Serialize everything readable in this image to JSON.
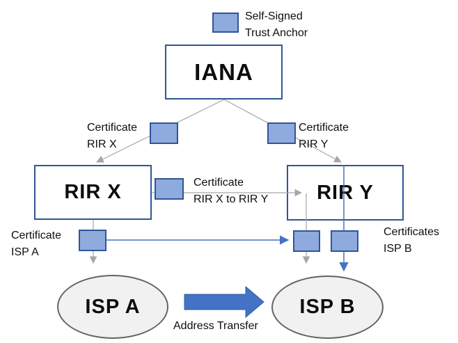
{
  "legend": {
    "line1": "Self-Signed",
    "line2": "Trust Anchor"
  },
  "nodes": {
    "iana": "IANA",
    "rir_x": "RIR X",
    "rir_y": "RIR Y",
    "isp_a": "ISP A",
    "isp_b": "ISP B"
  },
  "certificate_labels": {
    "rir_x": {
      "line1": "Certificate",
      "line2": "RIR X"
    },
    "rir_y": {
      "line1": "Certificate",
      "line2": "RIR Y"
    },
    "rir_x_to_rir_y": {
      "line1": "Certificate",
      "line2": "RIR X to RIR Y"
    },
    "isp_a": {
      "line1": "Certificate",
      "line2": "ISP A"
    },
    "isp_b": {
      "line1": "Certificates",
      "line2": "ISP B"
    }
  },
  "transfer": {
    "label": "Address Transfer"
  },
  "colors": {
    "certificate_fill": "#8FAADC",
    "certificate_border": "#2F5597",
    "node_border": "#2E5697",
    "connector_gray": "#A6A6A6",
    "connector_blue": "#4472C4",
    "ellipse_fill": "#F1F1F2",
    "ellipse_border": "#636363"
  }
}
